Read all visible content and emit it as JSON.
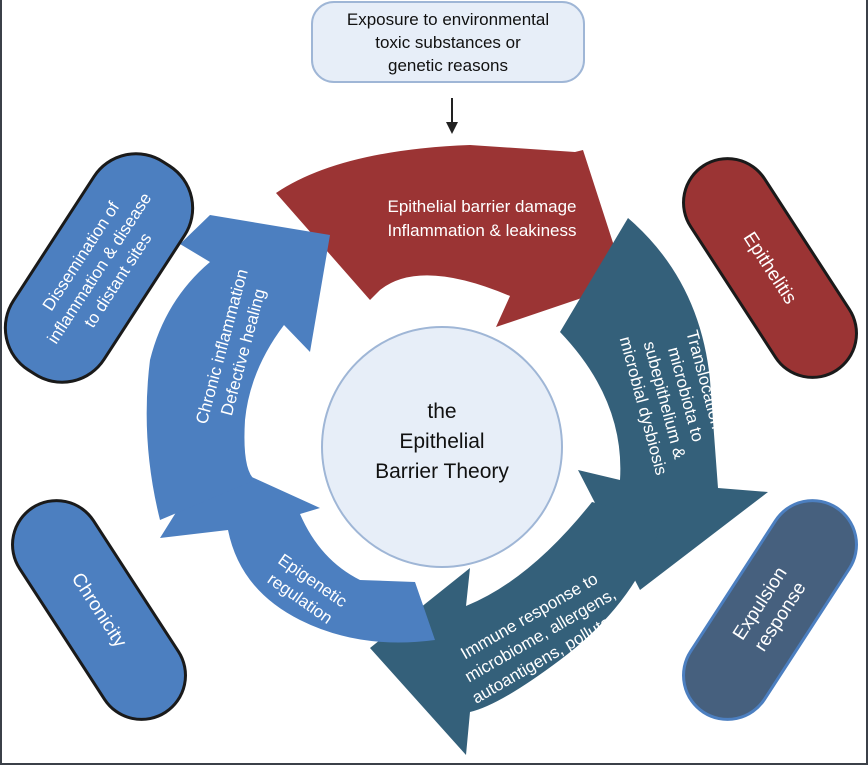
{
  "top_box": {
    "lines": [
      "Exposure to environmental",
      "toxic substances or",
      "genetic reasons"
    ]
  },
  "center": {
    "lines": [
      "the",
      "Epithelial",
      "Barrier Theory"
    ]
  },
  "cycle": [
    {
      "key": "damage",
      "lines": [
        "Epithelial barrier damage",
        "Inflammation & leakiness"
      ],
      "color": "#9b3434"
    },
    {
      "key": "translocation",
      "lines": [
        "Translocation of",
        "microbiota to",
        "subepithelium &",
        "microbial dysbiosis"
      ],
      "color": "#34607a"
    },
    {
      "key": "immune",
      "lines": [
        "Immune response to",
        "microbiome, allergens,",
        "autoantigens, pollutants"
      ],
      "color": "#34607a"
    },
    {
      "key": "epigenetic",
      "lines": [
        "Epigenetic",
        "regulation"
      ],
      "color": "#4c7fc0"
    },
    {
      "key": "chronic",
      "lines": [
        "Chronic inflammation",
        "Defective healing"
      ],
      "color": "#4c7fc0"
    }
  ],
  "side_pills": {
    "epithelitis": {
      "label": "Epithelitis",
      "color": "#9b3434"
    },
    "expulsion": {
      "lines": [
        "Expulsion",
        "response"
      ],
      "color": "#46607e"
    },
    "dissemination": {
      "lines": [
        "Dissemination of",
        "inflammation & disease",
        "to distant sites"
      ],
      "color": "#4c7fc0"
    },
    "chronicity": {
      "label": "Chronicity",
      "color": "#4c7fc0"
    }
  }
}
